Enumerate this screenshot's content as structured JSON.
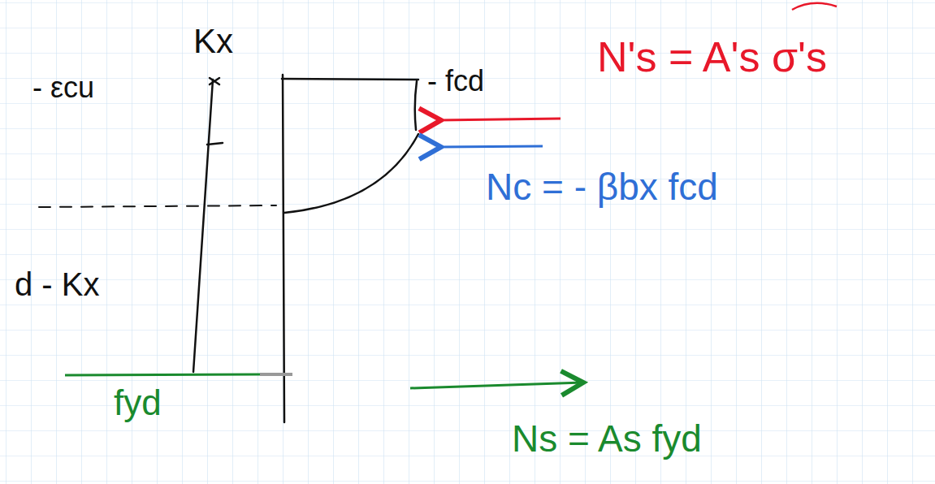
{
  "diagram": {
    "labels": [
      "Kx",
      "- εcu",
      "- fcd",
      "N's = A's σ's",
      "Nc = - βbx fcd",
      "d - Kx",
      "fyd",
      "Ns = As fyd"
    ]
  }
}
